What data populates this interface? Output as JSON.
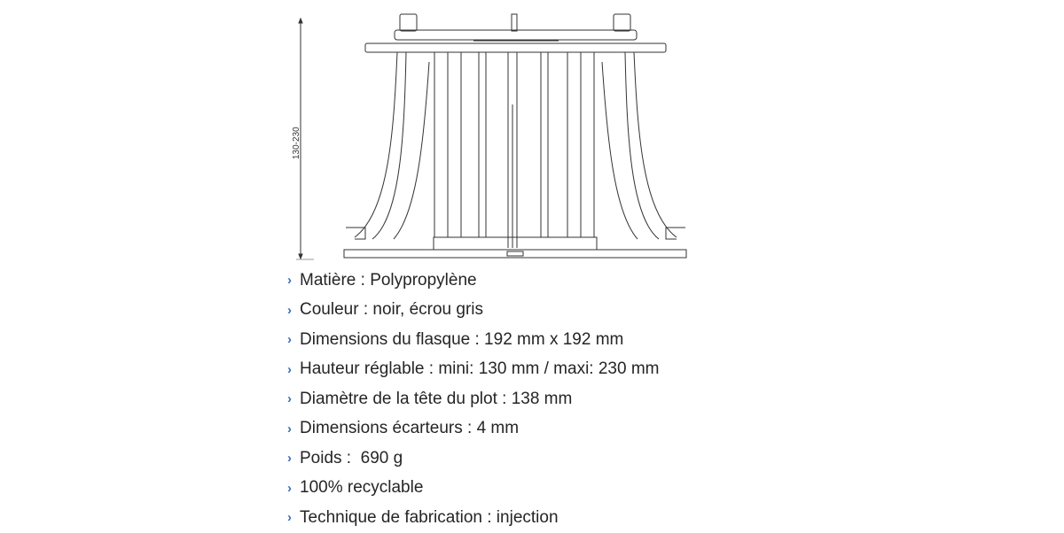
{
  "drawing": {
    "dimension_label": "130-230",
    "subject": "adjustable-pedestal-technical-drawing"
  },
  "bullet_icon": "chevron-right-icon",
  "accent_color": "#3a6fb5",
  "specs": [
    {
      "label": "Matière : Polypropylène"
    },
    {
      "label": "Couleur : noir, écrou gris"
    },
    {
      "label": "Dimensions du flasque : 192 mm x 192 mm"
    },
    {
      "label": "Hauteur réglable : mini: 130 mm / maxi: 230 mm"
    },
    {
      "label": "Diamètre de la tête du plot : 138 mm"
    },
    {
      "label": "Dimensions écarteurs : 4 mm"
    },
    {
      "label": "Poids :  690 g"
    },
    {
      "label": "100% recyclable"
    },
    {
      "label": "Technique de fabrication : injection"
    }
  ]
}
